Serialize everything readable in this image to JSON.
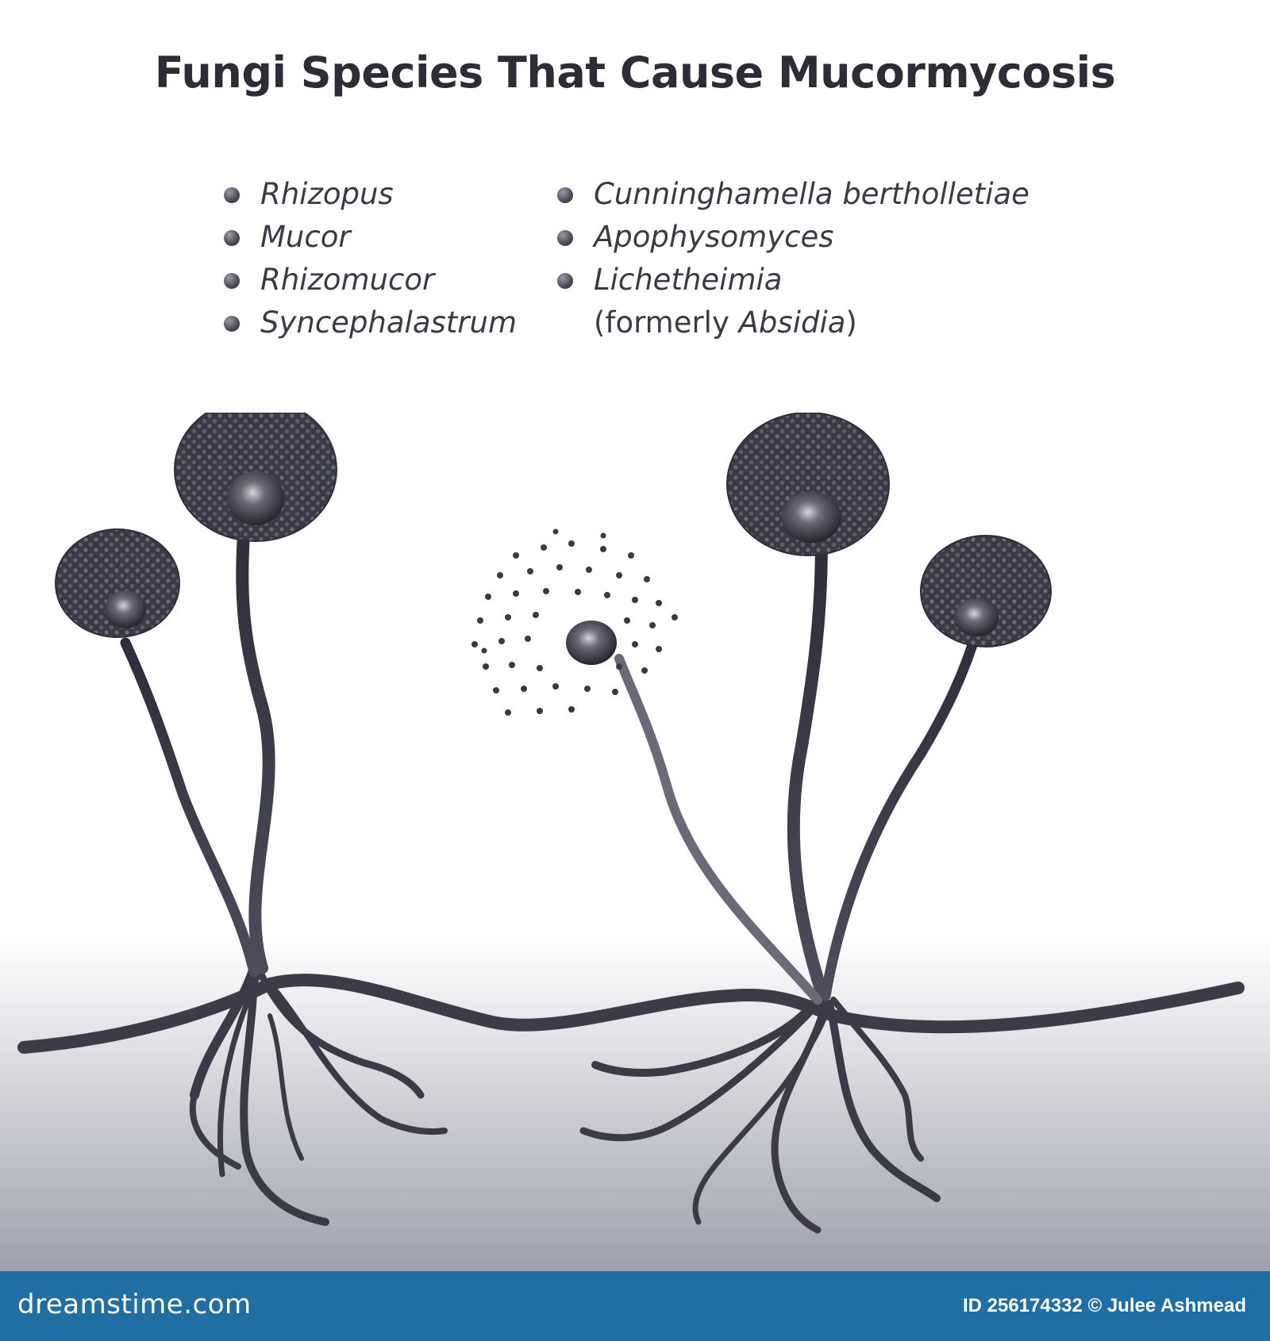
{
  "title": "Fungi Species That Cause Mucormycosis",
  "species_left": [
    "Rhizopus",
    "Mucor",
    "Rhizomucor",
    "Syncephalastrum"
  ],
  "species_right": [
    "Cunninghamella bertholletiae",
    "Apophysomyces",
    "Lichetheimia"
  ],
  "species_note": {
    "prefix": "(formerly ",
    "name": "Absidia",
    "suffix": ")"
  },
  "footer": {
    "brand": "dreamstime.com",
    "credit": "ID 256174332 © Julee Ashmead"
  },
  "colors": {
    "fungus_dark": "#2e2e3a",
    "fungus_mid": "#5c5c6a",
    "ground": "#9ea1ad",
    "footer_bg": "#1f6fa5"
  }
}
